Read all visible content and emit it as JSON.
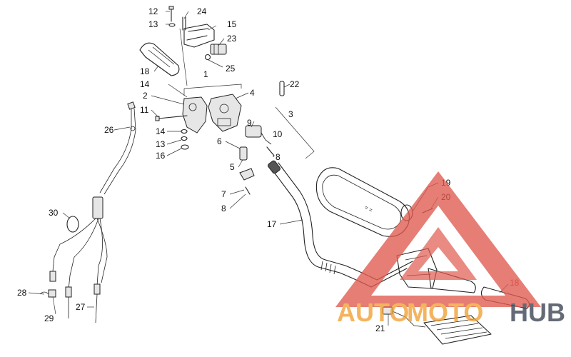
{
  "diagram": {
    "labels": [
      {
        "id": "p12",
        "text": "12"
      },
      {
        "id": "p24",
        "text": "24"
      },
      {
        "id": "p13a",
        "text": "13"
      },
      {
        "id": "p15",
        "text": "15"
      },
      {
        "id": "p23",
        "text": "23"
      },
      {
        "id": "p25",
        "text": "25"
      },
      {
        "id": "p18a",
        "text": "18"
      },
      {
        "id": "p1",
        "text": "1"
      },
      {
        "id": "p14a",
        "text": "14"
      },
      {
        "id": "p4",
        "text": "4"
      },
      {
        "id": "p22",
        "text": "22"
      },
      {
        "id": "p2",
        "text": "2"
      },
      {
        "id": "p3",
        "text": "3"
      },
      {
        "id": "p11",
        "text": "11"
      },
      {
        "id": "p9",
        "text": "9"
      },
      {
        "id": "p26",
        "text": "26"
      },
      {
        "id": "p14b",
        "text": "14"
      },
      {
        "id": "p10",
        "text": "10"
      },
      {
        "id": "p6",
        "text": "6"
      },
      {
        "id": "p13b",
        "text": "13"
      },
      {
        "id": "p16",
        "text": "16"
      },
      {
        "id": "p8a",
        "text": "8"
      },
      {
        "id": "p5",
        "text": "5"
      },
      {
        "id": "p19",
        "text": "19"
      },
      {
        "id": "p7",
        "text": "7"
      },
      {
        "id": "p20",
        "text": "20"
      },
      {
        "id": "p8b",
        "text": "8"
      },
      {
        "id": "p30",
        "text": "30"
      },
      {
        "id": "p17",
        "text": "17"
      },
      {
        "id": "p18b",
        "text": "18"
      },
      {
        "id": "p28",
        "text": "28"
      },
      {
        "id": "p27",
        "text": "27"
      },
      {
        "id": "p29",
        "text": "29"
      },
      {
        "id": "p21",
        "text": "21"
      }
    ]
  },
  "watermark": {
    "part1": "AUTO",
    "part2": "MOTO",
    "part3": "HUB",
    "colors": {
      "primary": "#e05a4f",
      "secondary": "#f0a033",
      "dark": "#3a4250"
    }
  },
  "colors": {
    "line": "#222222",
    "label_red": "#c0392b"
  }
}
